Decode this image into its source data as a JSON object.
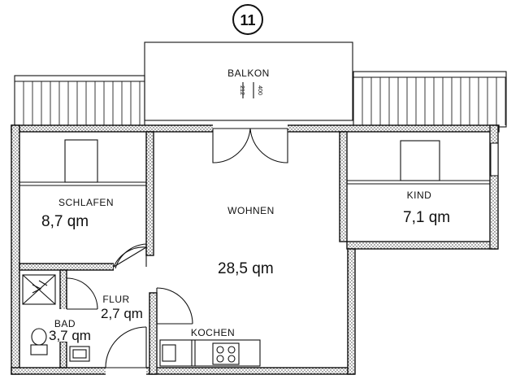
{
  "plan": {
    "unit_number": "11",
    "balcony": {
      "label": "BALKON",
      "mark_left": "212",
      "mark_right": "400"
    },
    "rooms": {
      "schlafen": {
        "label": "SCHLAFEN",
        "area": "8,7 qm"
      },
      "wohnen": {
        "label": "WOHNEN",
        "area": "28,5 qm"
      },
      "kind": {
        "label": "KIND",
        "area": "7,1 qm"
      },
      "flur": {
        "label": "FLUR",
        "area": "2,7 qm"
      },
      "bad": {
        "label": "BAD",
        "area": "3,7 qm"
      },
      "kochen": {
        "label": "KOCHEN"
      }
    }
  }
}
